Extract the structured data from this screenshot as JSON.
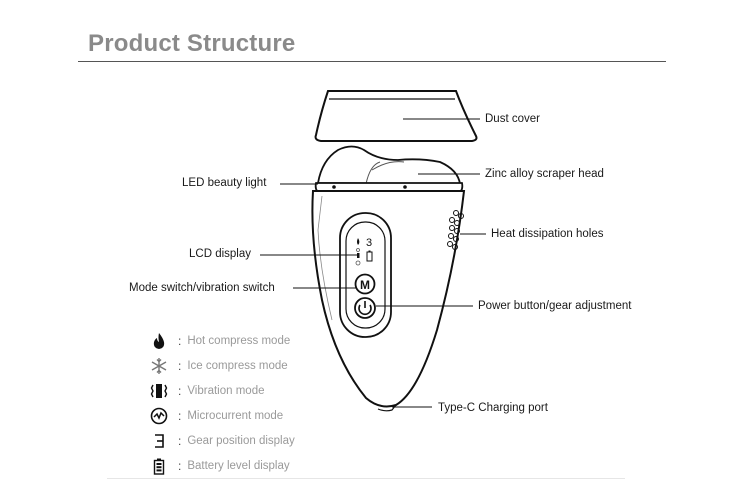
{
  "title": "Product Structure",
  "parts": {
    "dust_cover": "Dust cover",
    "scraper_head": "Zinc alloy scraper head",
    "led_light": "LED beauty light",
    "heat_holes": "Heat dissipation holes",
    "lcd": "LCD display",
    "mode_switch": "Mode switch/vibration switch",
    "power_button": "Power button/gear adjustment",
    "charging_port": "Type-C Charging port"
  },
  "device": {
    "m_button": "M",
    "gear_digit": "3"
  },
  "legend": {
    "separator": ":",
    "items": [
      {
        "icon": "flame-icon",
        "label": "Hot compress mode"
      },
      {
        "icon": "snowflake-icon",
        "label": "Ice compress mode"
      },
      {
        "icon": "vibration-icon",
        "label": "Vibration mode"
      },
      {
        "icon": "microcurrent-icon",
        "label": "Microcurrent mode"
      },
      {
        "icon": "gear-digit-icon",
        "label": "Gear position display"
      },
      {
        "icon": "battery-icon",
        "label": "Battery level display"
      }
    ]
  },
  "colors": {
    "title": "#8a8a8a",
    "line": "#111111",
    "legend_text": "#9a9a9a"
  }
}
